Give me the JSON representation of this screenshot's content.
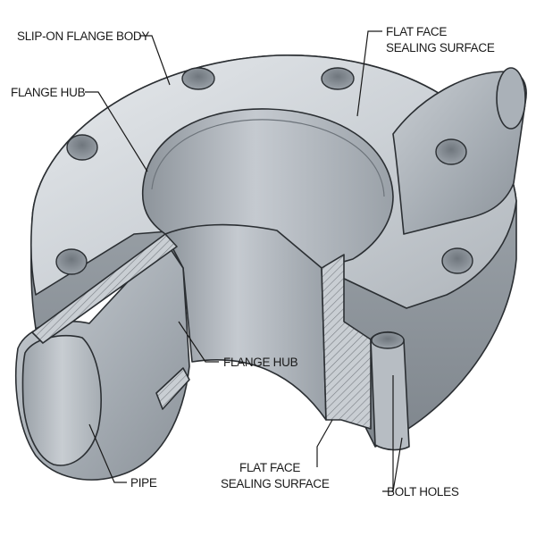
{
  "labels": {
    "slip_on_flange_body": "SLIP-ON FLANGE BODY",
    "flange_hub_top": "FLANGE HUB",
    "flat_face_top_line1": "FLAT FACE",
    "flat_face_top_line2": "SEALING SURFACE",
    "flange_hub_mid": "FLANGE HUB",
    "pipe": "PIPE",
    "flat_face_bottom_line1": "FLAT FACE",
    "flat_face_bottom_line2": "SEALING SURFACE",
    "bolt_holes": "BOLT HOLES"
  },
  "colors": {
    "metal_light": "#d9dde1",
    "metal_mid": "#b4bac0",
    "metal_dark": "#8c939a",
    "bore": "#9aa1a8",
    "hatch": "#7a7f85"
  }
}
